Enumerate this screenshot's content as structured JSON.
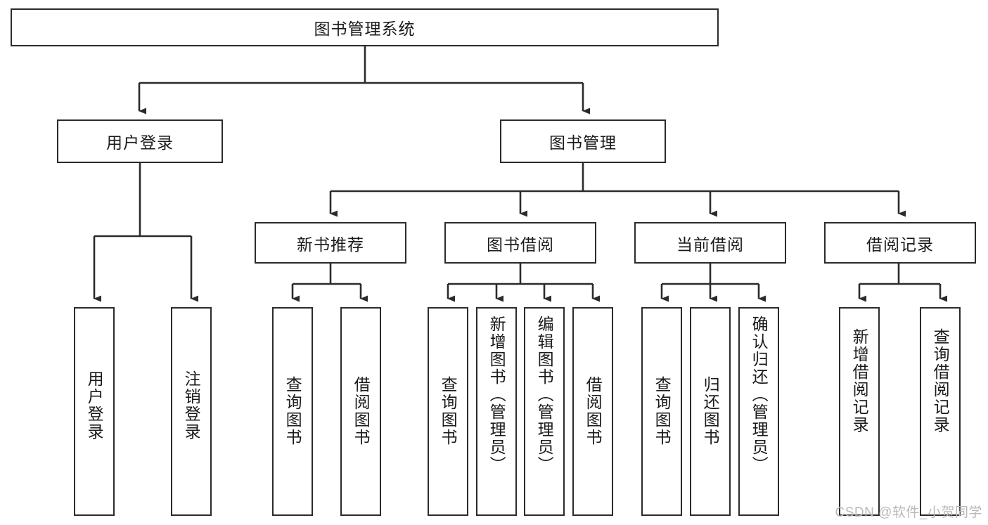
{
  "diagram": {
    "title": "图书管理系统",
    "type": "hierarchy-tree",
    "root": {
      "label": "图书管理系统",
      "children": [
        {
          "label": "用户登录",
          "children": [
            {
              "label": "用户登录"
            },
            {
              "label": "注销登录"
            }
          ]
        },
        {
          "label": "图书管理",
          "children": [
            {
              "label": "新书推荐",
              "children": [
                {
                  "label": "查询图书"
                },
                {
                  "label": "借阅图书"
                }
              ]
            },
            {
              "label": "图书借阅",
              "children": [
                {
                  "label": "查询图书"
                },
                {
                  "label": "新增图书（管理员）"
                },
                {
                  "label": "编辑图书（管理员）"
                },
                {
                  "label": "借阅图书"
                }
              ]
            },
            {
              "label": "当前借阅",
              "children": [
                {
                  "label": "查询图书"
                },
                {
                  "label": "归还图书"
                },
                {
                  "label": "确认归还（管理员）"
                }
              ]
            },
            {
              "label": "借阅记录",
              "children": [
                {
                  "label": "新增借阅记录"
                },
                {
                  "label": "查询借阅记录"
                }
              ]
            }
          ]
        }
      ]
    }
  },
  "nodes": {
    "root": "图书管理系统",
    "l2": {
      "user_login": "用户登录",
      "book_manage": "图书管理"
    },
    "l3": {
      "new_book_rec": "新书推荐",
      "book_borrow": "图书借阅",
      "current_borrow": "当前借阅",
      "borrow_record": "借阅记录"
    },
    "leaves": {
      "user_login": "用户登录",
      "logout": "注销登录",
      "rec_query_book": "查询图书",
      "rec_borrow_book": "借阅图书",
      "brw_query_book": "查询图书",
      "brw_add_book": "新增图书（管理员）",
      "brw_edit_book": "编辑图书（管理员）",
      "brw_borrow_book": "借阅图书",
      "cur_query_book": "查询图书",
      "cur_return_book": "归还图书",
      "cur_confirm_return": "确认归还（管理员）",
      "rec_add_record": "新增借阅记录",
      "rec_query_record": "查询借阅记录"
    }
  },
  "watermark": "CSDN @软件_小贺同学",
  "colors": {
    "border": "#2b2b2b",
    "background": "#ffffff",
    "text": "#1a1a1a",
    "watermark": "#b9b9b9"
  }
}
